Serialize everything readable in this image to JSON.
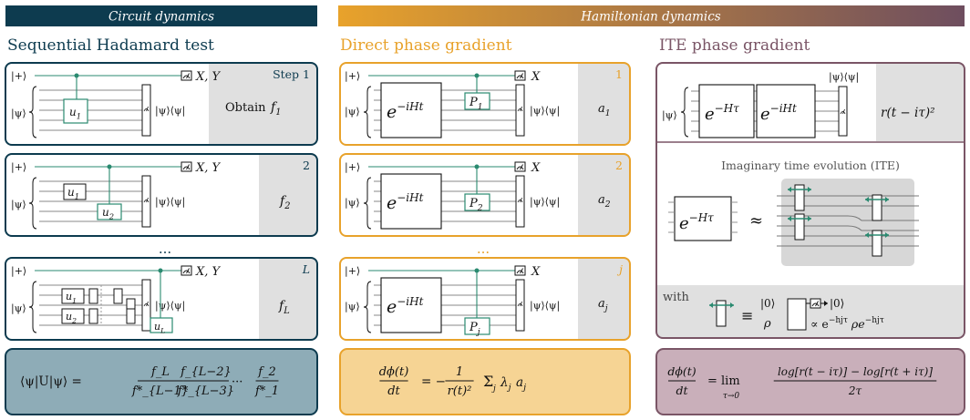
{
  "colors": {
    "navy": "#0d3b4f",
    "teal": "#2a8a70",
    "orange": "#e8a22b",
    "mauve": "#7a5566",
    "gray_box": "#e0e0e0",
    "slate_fill": "#8eacb7",
    "orange_fill": "#f6d494",
    "mauve_fill": "#c9afba"
  },
  "header": {
    "circuit": "Circuit dynamics",
    "hamiltonian": "Hamiltonian dynamics"
  },
  "columns": {
    "left_title": "Sequential Hadamard test",
    "mid_title": "Direct phase gradient",
    "right_title": "ITE phase gradient"
  },
  "labels": {
    "plus": "|+⟩",
    "psi": "|ψ⟩",
    "xy": "X, Y",
    "x": "X",
    "psipsi": "|ψ⟩⟨ψ|",
    "evol": "−iHt",
    "ite_evol": "−Hτ",
    "exp_base": "e",
    "ellipsis": "...",
    "approx": "≈",
    "equiv": "≡",
    "with": "with",
    "zero": "|0⟩",
    "rho": "ρ",
    "arrow_zero": "|0⟩",
    "propto": "∝ e",
    "hj": "−h",
    "hj_sub": "j",
    "hj_tau": "τ",
    "rho_mid": "ρe",
    "ite_title": "Imaginary time evolution (ITE)",
    "r_out": "r(t − iτ)²"
  },
  "left_steps": [
    {
      "step": "Step 1",
      "out_text": "Obtain ",
      "out_var": "f",
      "out_sub": "1",
      "gates": [
        {
          "label": "u",
          "sub": "1"
        }
      ]
    },
    {
      "step": "2",
      "out_text": "",
      "out_var": "f",
      "out_sub": "2",
      "gates": [
        {
          "label": "u",
          "sub": "1"
        },
        {
          "label": "u",
          "sub": "2"
        }
      ]
    },
    {
      "step": "L",
      "out_text": "",
      "out_var": "f",
      "out_sub": "L",
      "gates": [
        {
          "label": "u",
          "sub": "1"
        },
        {
          "label": "u",
          "sub": "2"
        },
        {
          "label": "u",
          "sub": "L"
        }
      ]
    }
  ],
  "mid_steps": [
    {
      "step": "1",
      "p": "P",
      "p_sub": "1",
      "a": "a",
      "a_sub": "1"
    },
    {
      "step": "2",
      "p": "P",
      "p_sub": "2",
      "a": "a",
      "a_sub": "2"
    },
    {
      "step": "j",
      "p": "P",
      "p_sub": "j",
      "a": "a",
      "a_sub": "j"
    }
  ],
  "formulas": {
    "left_lhs": "⟨ψ|U|ψ⟩ =",
    "left_n1": "f_L",
    "left_d1": "f*_{L−1}",
    "left_n2": "f_{L−2}",
    "left_d2": "f*_{L−3}",
    "left_dots": "···",
    "left_n3": "f_2",
    "left_d3": "f*_1",
    "mid_num": "dϕ(t)",
    "mid_den": "dt",
    "mid_eq": "= −",
    "mid_one": "1",
    "mid_r": "r(t)²",
    "mid_sum": "Σ",
    "mid_sub": "j",
    "mid_tail": "λ",
    "mid_tail_sub": "j",
    "mid_a": "a",
    "mid_a_sub": "j",
    "right_num": "dϕ(t)",
    "right_den": "dt",
    "right_eq": "= lim",
    "right_lim": "τ→0",
    "right_frac_num": "log[r(t − iτ)] − log[r(t + iτ)]",
    "right_frac_den": "2τ"
  }
}
